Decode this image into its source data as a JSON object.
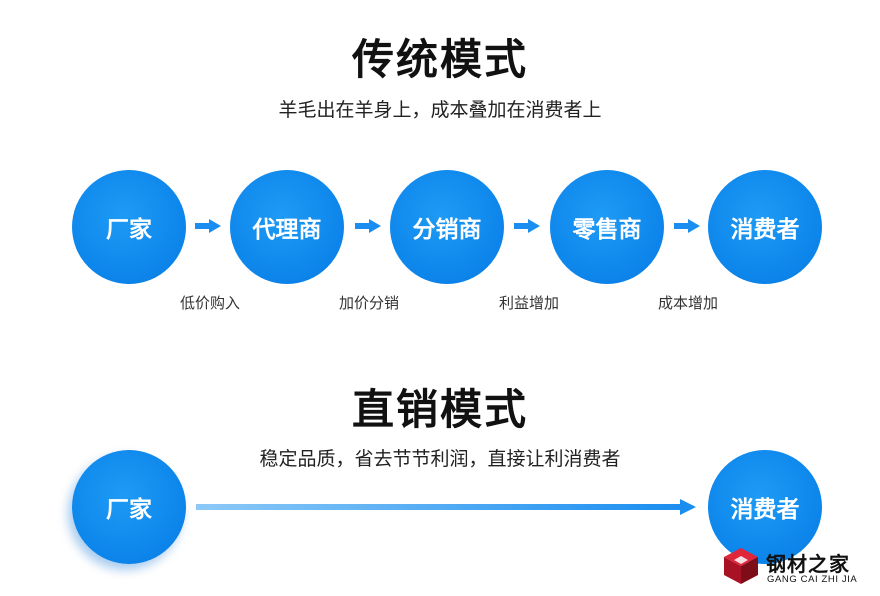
{
  "traditional": {
    "title": "传统模式",
    "subtitle": "羊毛出在羊身上，成本叠加在消费者上",
    "nodes": [
      "厂家",
      "代理商",
      "分销商",
      "零售商",
      "消费者"
    ],
    "step_labels": [
      "低价购入",
      "加价分销",
      "利益增加",
      "成本增加"
    ]
  },
  "direct": {
    "title": "直销模式",
    "subtitle": "稳定品质，省去节节利润，直接让利消费者",
    "nodes": [
      "厂家",
      "消费者"
    ]
  },
  "watermark": {
    "name": "钢材之家",
    "sub": "GANG CAI ZHI JIA"
  },
  "colors": {
    "node_blue": "#0c84ea",
    "arrow_blue": "#1a8ef0",
    "logo_red": "#c0172a"
  }
}
